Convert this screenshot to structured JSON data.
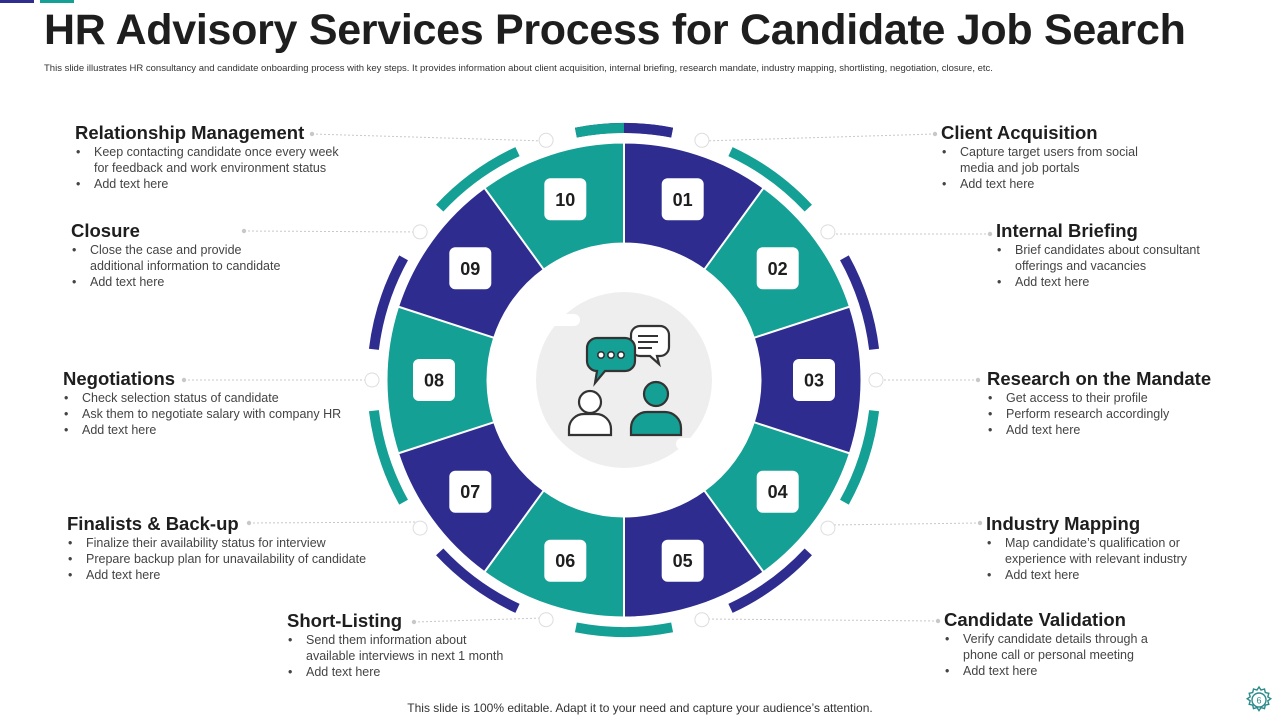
{
  "header": {
    "title": "HR Advisory Services Process for Candidate Job Search",
    "subtitle": "This slide illustrates HR  consultancy and candidate onboarding process with key steps. It provides information about client acquisition, internal briefing, research mandate, industry mapping, shortlisting, negotiation,  closure, etc."
  },
  "colors": {
    "teal": "#14a094",
    "navy": "#2e2d8f",
    "center_bg": "#eeeeee",
    "dot_line": "#c8c8c8"
  },
  "icons": {
    "center": "chat-people-icon",
    "corner": "gear-icon"
  },
  "steps": [
    {
      "number": "01",
      "title": "Client Acquisition",
      "bullets": [
        "Capture target users from social",
        "media and job portals",
        "Add text here"
      ]
    },
    {
      "number": "02",
      "title": "Internal Briefing",
      "bullets": [
        "Brief candidates about consultant",
        "offerings  and vacancies",
        "Add text here"
      ]
    },
    {
      "number": "03",
      "title": "Research on the Mandate",
      "bullets": [
        "Get access to their profile",
        "Perform  research accordingly",
        "Add text here"
      ]
    },
    {
      "number": "04",
      "title": "Industry Mapping",
      "bullets": [
        "Map candidate’s qualification or",
        "experience with relevant  industry",
        "Add text here"
      ]
    },
    {
      "number": "05",
      "title": "Candidate Validation",
      "bullets": [
        "Verify candidate details through a",
        "phone call or personal  meeting",
        "Add text here"
      ]
    },
    {
      "number": "06",
      "title": "Short-Listing",
      "bullets": [
        "Send them information  about",
        "available  interviews  in next 1 month",
        "Add text here"
      ]
    },
    {
      "number": "07",
      "title": "Finalists & Back-up",
      "bullets": [
        "Finalize their availability  status for interview",
        "Prepare  backup plan for unavailability  of candidate",
        "Add text here"
      ]
    },
    {
      "number": "08",
      "title": "Negotiations",
      "bullets": [
        "Check selection status of candidate",
        "Ask them to negotiate salary with company HR",
        "Add text here"
      ]
    },
    {
      "number": "09",
      "title": "Closure",
      "bullets": [
        "Close the case and provide",
        "additional information  to candidate",
        "Add text here"
      ]
    },
    {
      "number": "10",
      "title": "Relationship Management",
      "bullets": [
        "Keep contacting candidate once every  week",
        "for feedback and work environment  status",
        "Add text here"
      ]
    }
  ],
  "footer": {
    "note": "This slide is 100% editable. Adapt it to your need and capture your audience’s attention.",
    "page_number": "6"
  }
}
